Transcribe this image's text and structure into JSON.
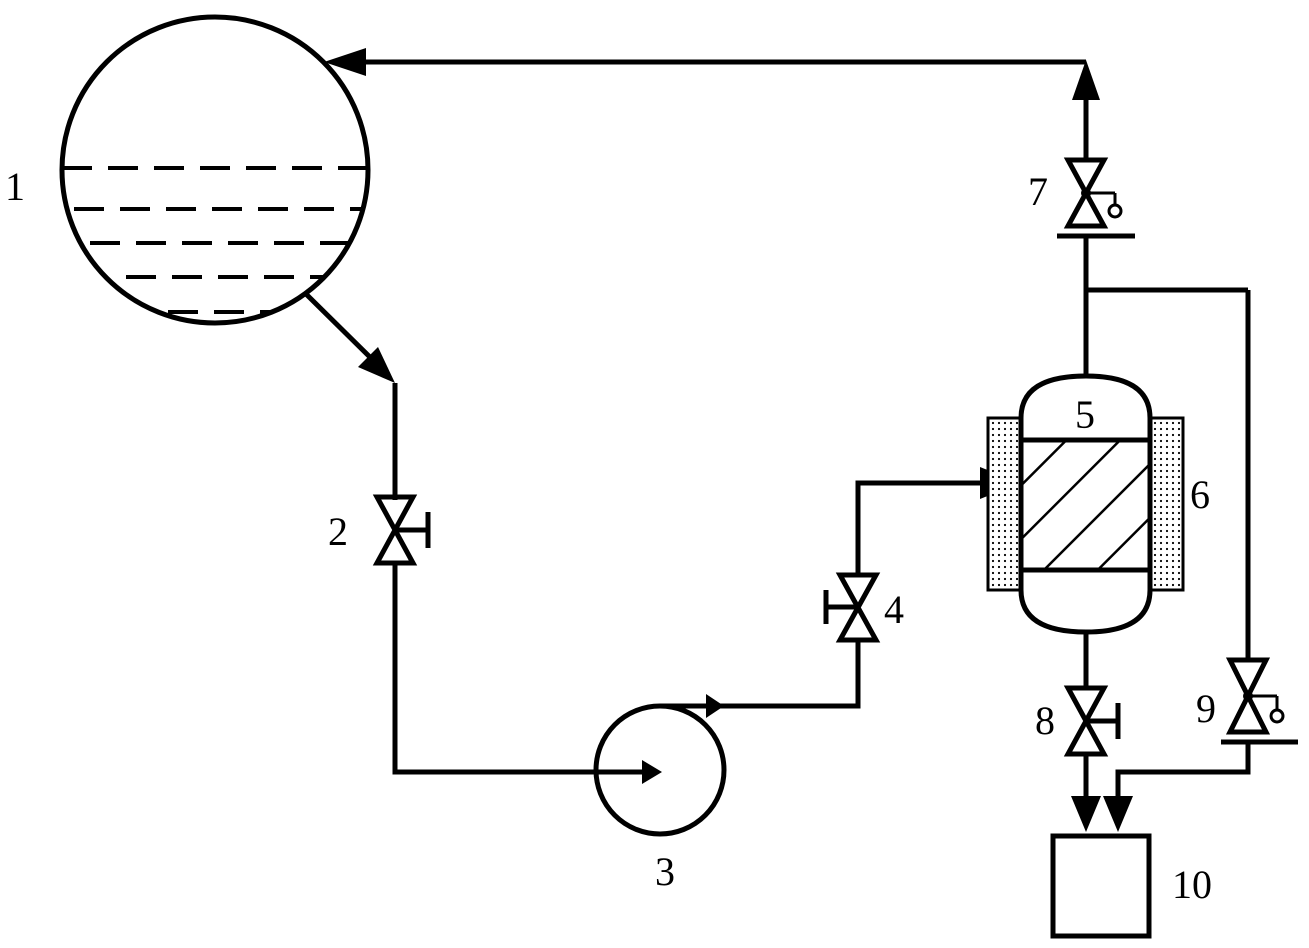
{
  "labels": {
    "tank": "1",
    "valve_inlet": "2",
    "pump": "3",
    "valve_feed": "4",
    "reactor": "5",
    "jacket": "6",
    "valve_vent": "7",
    "valve_drain": "8",
    "valve_relief": "9",
    "collector": "10"
  }
}
